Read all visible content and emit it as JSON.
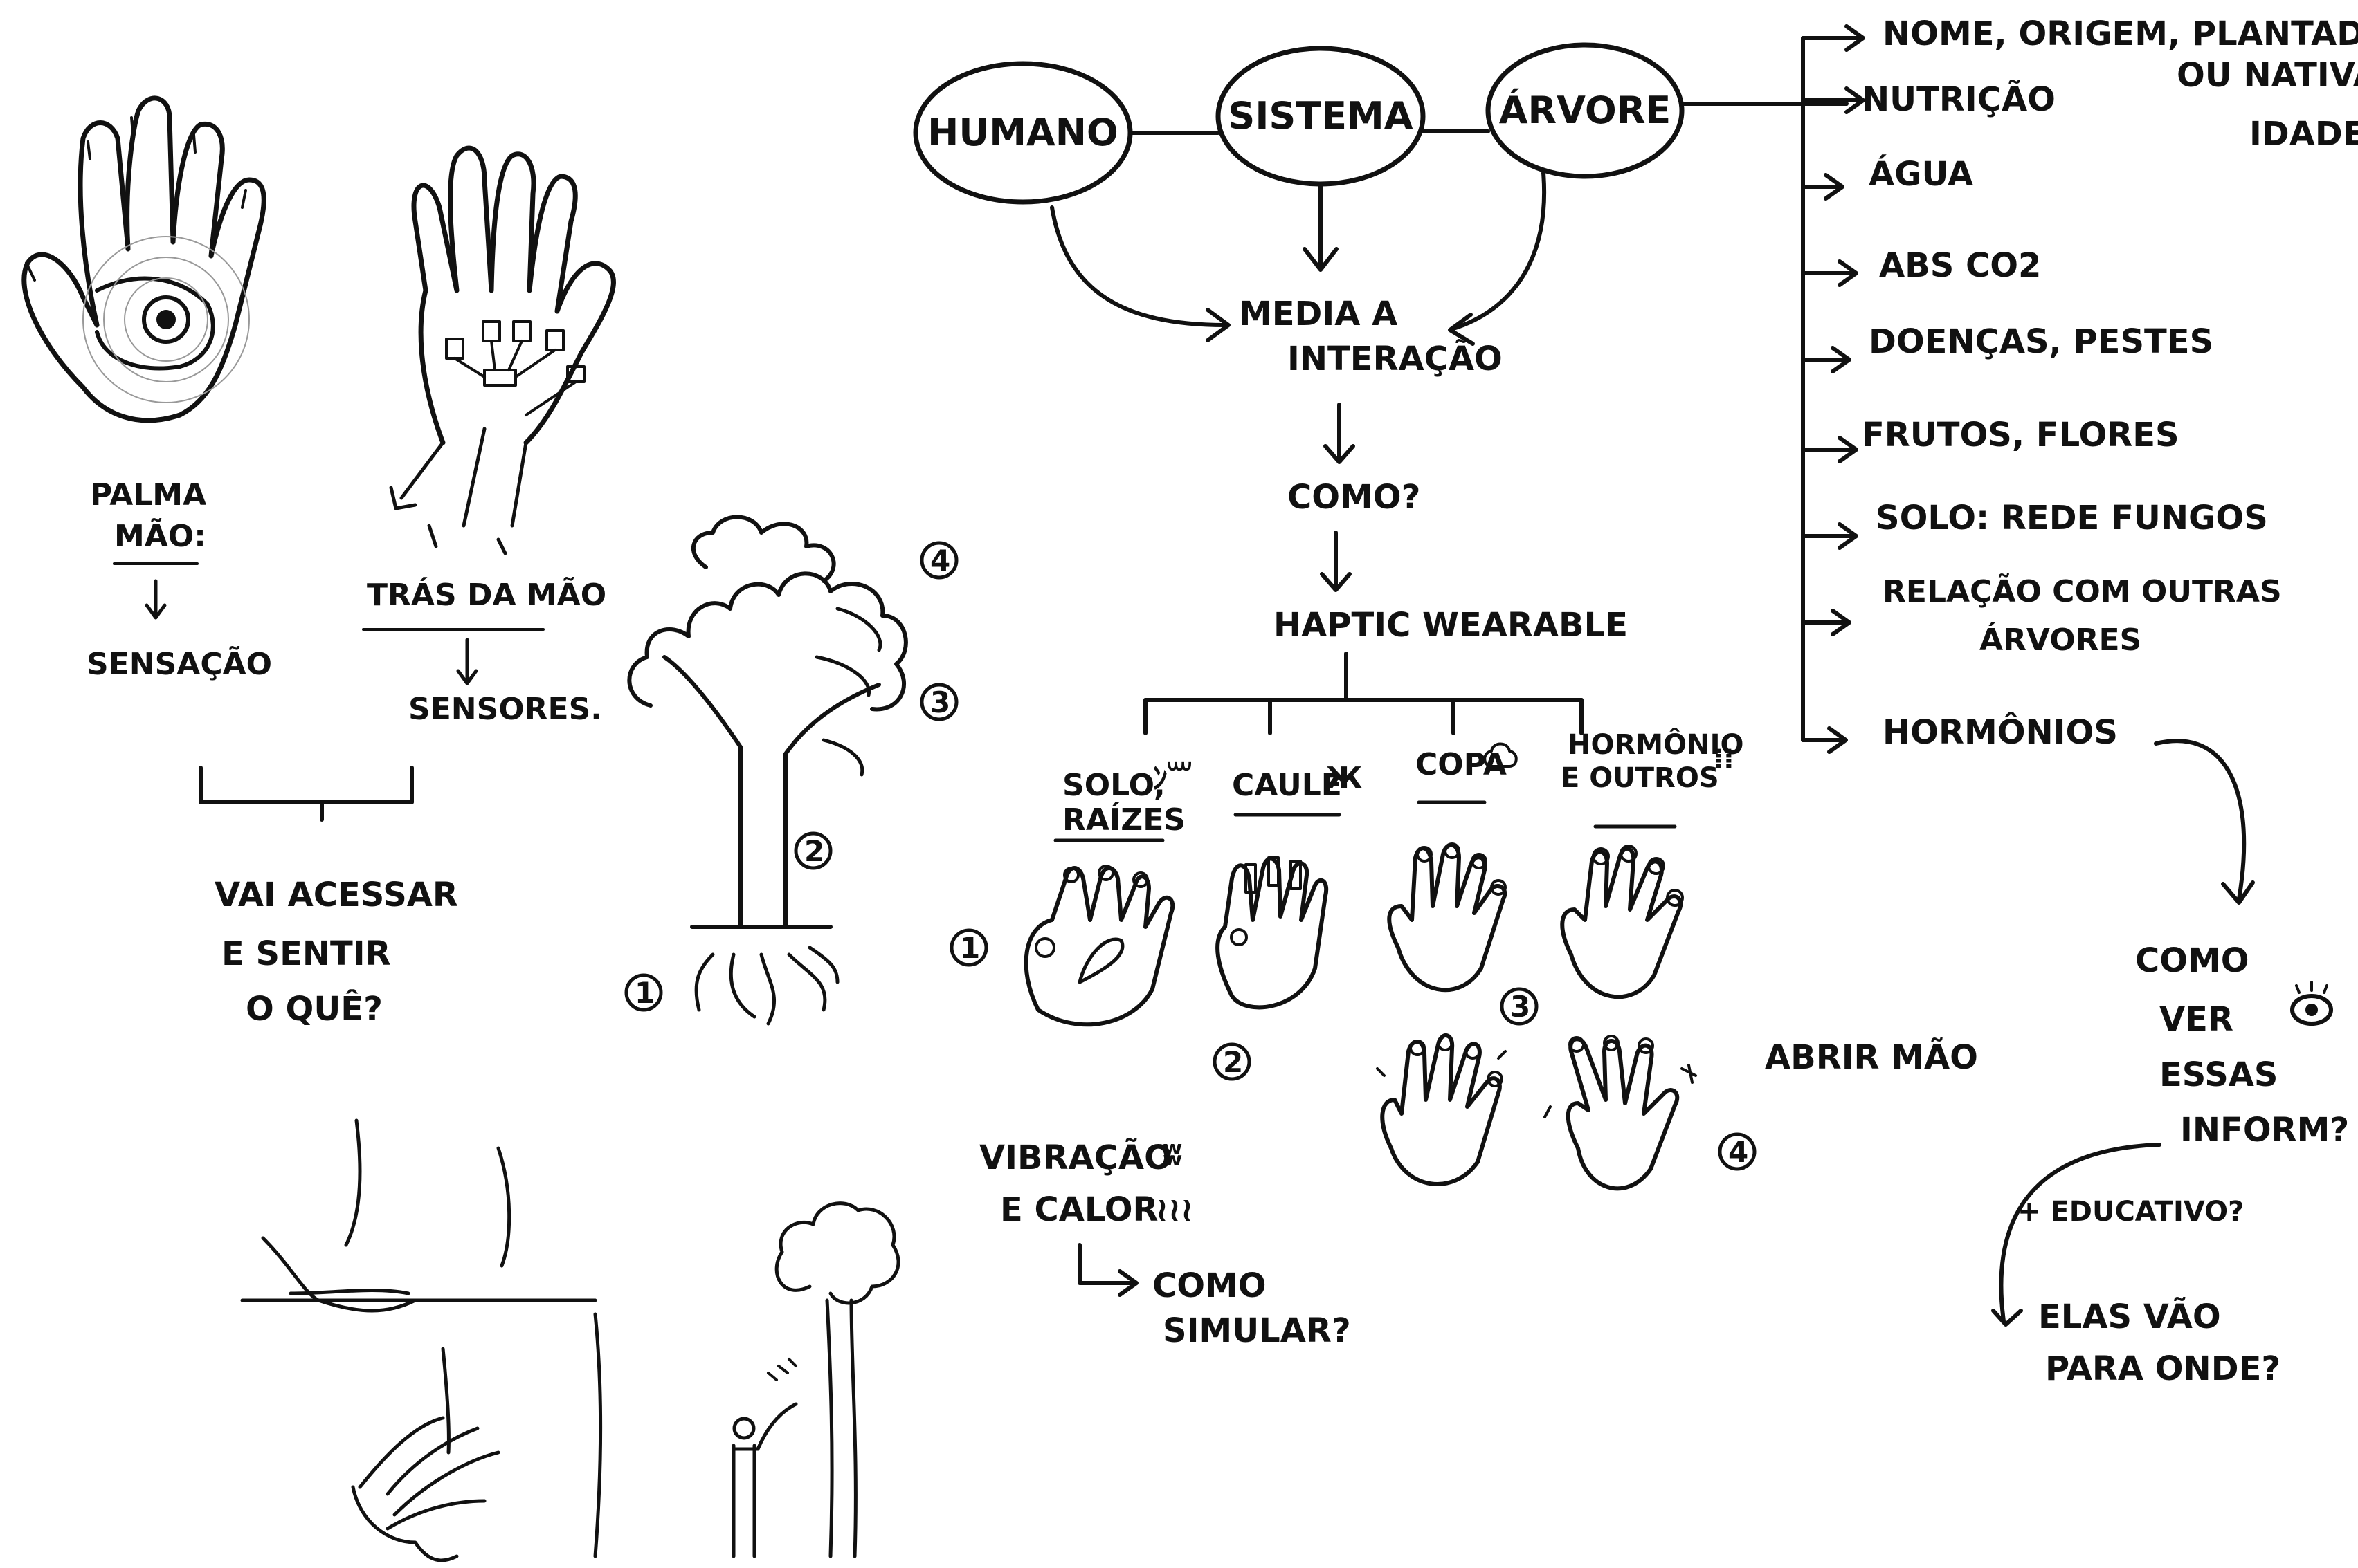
{
  "nodes": {
    "human": "HUMANO",
    "system": "SISTEMA",
    "tree": "ÁRVORE"
  },
  "center": {
    "mediates_1": "MEDIA A",
    "mediates_2": "INTERAÇÃO",
    "how": "COMO?",
    "haptic": "HAPTIC WEARABLE"
  },
  "branches": {
    "soil_1": "SOLO,",
    "soil_2": "RAÍZES",
    "trunk": "CAULE",
    "canopy": "COPA",
    "hormones_1": "HORMÔNIO",
    "hormones_2": "E OUTROS"
  },
  "tree_attributes": [
    "NOME, ORIGEM, PLANTADA",
    "OU NATIVA,",
    "IDADE",
    "NUTRIÇÃO",
    "ÁGUA",
    "ABS CO2",
    "DOENÇAS, PESTES",
    "FRUTOS, FLORES",
    "SOLO: REDE FUNGOS",
    "RELAÇÃO COM OUTRAS",
    "ÁRVORES",
    "HORMÔNIOS"
  ],
  "visualize": {
    "q1": "COMO",
    "q2": "VER",
    "q3": "ESSAS",
    "q4": "INFORM?",
    "educ": "+ EDUCATIVO?",
    "where_1": "ELAS VÃO",
    "where_2": "PARA ONDE?"
  },
  "left": {
    "palm_1": "PALMA",
    "palm_2": "MÃO:",
    "sensation": "SENSAÇÃO",
    "back": "TRÁS DA MÃO",
    "sensors": "SENSORES.",
    "access_1": "VAI ACESSAR",
    "access_2": "E SENTIR",
    "access_3": "O QUÊ?"
  },
  "vibration": {
    "line_1": "VIBRAÇÃO",
    "line_2": "E CALOR",
    "simulate_1": "COMO",
    "simulate_2": "SIMULAR?"
  },
  "open_hand": "ABRIR MÃO",
  "numbers": {
    "n1": "1",
    "n2": "2",
    "n3": "3",
    "n4": "4"
  }
}
